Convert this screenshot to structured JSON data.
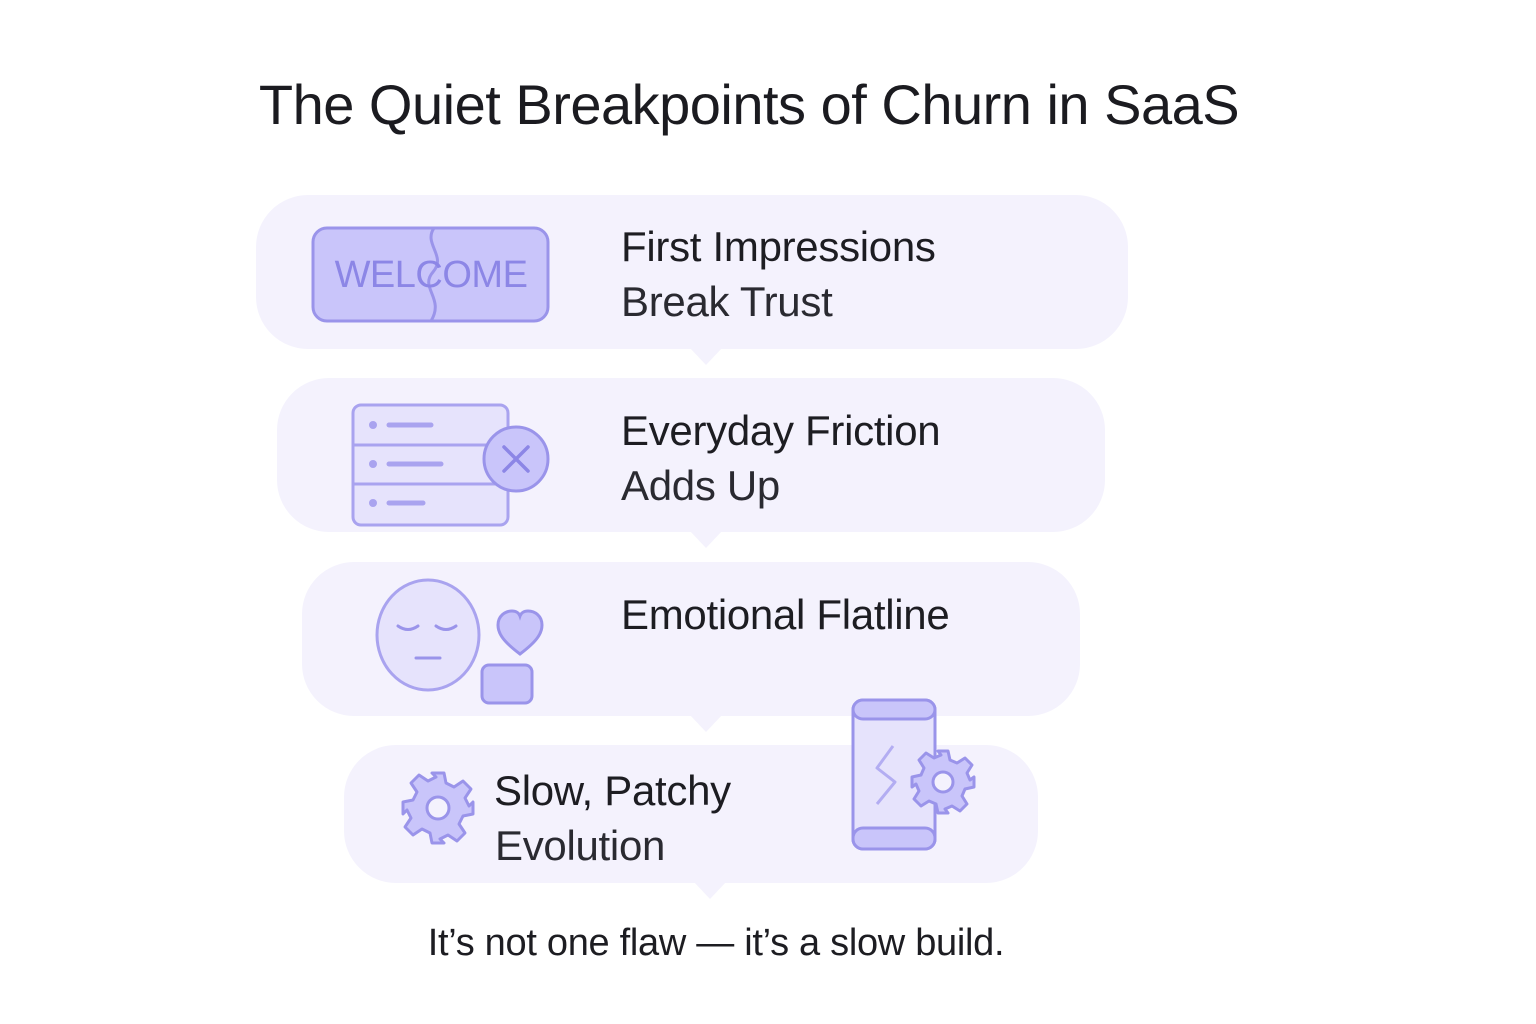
{
  "title": "The Quiet Breakpoints of Churn in SaaS",
  "steps": [
    {
      "title": "First Impressions",
      "subtitle": "Break Trust",
      "icon": "welcome-sign-icon",
      "icon_text": "WELCOME"
    },
    {
      "title": "Everyday Friction",
      "subtitle": "Adds Up",
      "icon": "list-error-icon"
    },
    {
      "title": "Emotional Flatline",
      "subtitle": "",
      "icon": "flat-face-icon"
    },
    {
      "title": "Slow, Patchy",
      "subtitle": "Evolution",
      "icon": "gear-icon"
    }
  ],
  "footer": "It’s not one flaw — it’s a slow build.",
  "colors": {
    "card_background": "#f4f2fd",
    "icon_fill": "#c9c5fa",
    "icon_fill_light": "#e4e1fb",
    "icon_stroke": "#9a94ea",
    "text": "#1d1d22"
  }
}
